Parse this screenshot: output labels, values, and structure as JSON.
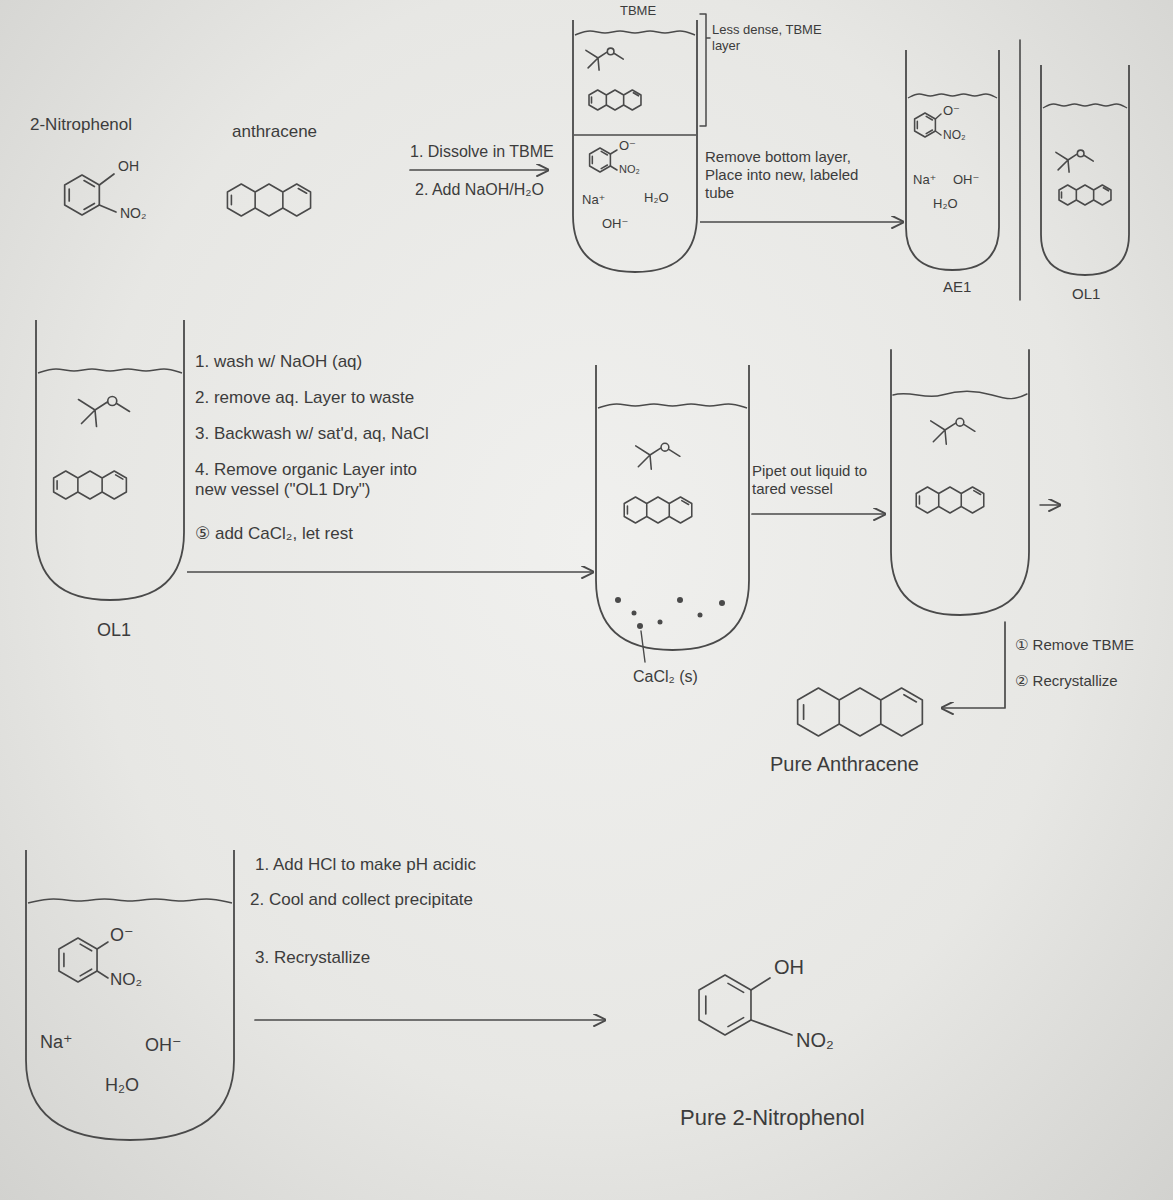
{
  "diagram": {
    "nodes": [
      {
        "text": [
          "TBME",
          "O⁻",
          "NO₂",
          "Na⁺",
          "H₂O",
          "OH⁻"
        ]
      },
      {
        "text": [
          "O⁻",
          "NO₂",
          "Na⁺",
          "OH⁻",
          "H₂O",
          "AE1"
        ]
      },
      {
        "text": [
          "OL1"
        ]
      },
      {
        "text": [
          "OL1"
        ]
      },
      {
        "text": [
          "CaCl₂ (s)"
        ]
      },
      {
        "text": [
          "O⁻",
          "NO₂",
          "Na⁺",
          "OH⁻",
          "H₂O"
        ]
      }
    ],
    "edges": [
      {
        "from": 0,
        "to": 1,
        "arrow": "to",
        "label": "Remove bottom layer, Place into new, labeled tube"
      },
      {
        "from": 3,
        "to": 4,
        "arrow": "to"
      }
    ],
    "labels": [
      "2-Nitrophenol",
      "OH",
      "NO₂",
      "anthracene",
      "1. Dissolve in TBME",
      "2. Add NaOH/H₂O",
      "Less dense, TBME layer",
      "1. wash w/ NaOH (aq)",
      "2. remove aq. Layer to waste",
      "3. Backwash w/ sat'd, aq, NaCl",
      "4. Remove organic Layer into new vessel (\"OL1 Dry\")",
      "⑤ add CaCl₂, let rest",
      "Pipet out liquid to tared vessel",
      "① Remove TBME",
      "② Recrystallize",
      "Pure Anthracene",
      "1. Add HCl to make pH acidic",
      "2. Cool and collect precipitate",
      "3. Recrystallize",
      "OH",
      "NO₂",
      "Pure 2-Nitrophenol"
    ]
  }
}
